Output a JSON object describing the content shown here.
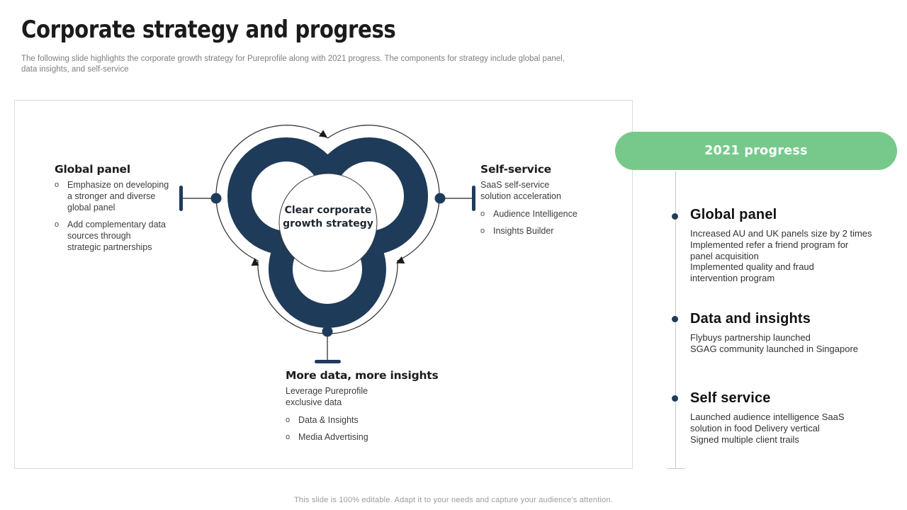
{
  "colors": {
    "navy": "#1f3b5a",
    "green": "#77c98b"
  },
  "icons": {
    "bullet": "o"
  },
  "slide": {
    "title": "Corporate strategy and progress",
    "subtitle": "The following slide highlights the corporate growth strategy for Pureprofile along with 2021 progress. The components for strategy include global panel, data insights, and self-service",
    "footer": "This slide is 100% editable. Adapt it to your needs and capture your audience's attention."
  },
  "diagram": {
    "center_label": [
      "Clear corporate",
      "growth strategy"
    ],
    "left": {
      "title": "Global panel",
      "bullets": [
        [
          "Emphasize on developing",
          "a stronger and diverse",
          "global panel"
        ],
        [
          "Add complementary data",
          "sources through",
          "strategic partnerships"
        ]
      ]
    },
    "right": {
      "title": "Self-service",
      "desc": [
        "SaaS self-service",
        "solution acceleration"
      ],
      "bullets": [
        [
          "Audience Intelligence"
        ],
        [
          "Insights Builder"
        ]
      ]
    },
    "bottom": {
      "title": "More data, more insights",
      "desc": [
        "Leverage Pureprofile",
        "exclusive data"
      ],
      "bullets": [
        [
          "Data & Insights"
        ],
        [
          "Media Advertising"
        ]
      ]
    }
  },
  "progress": {
    "header": "2021 progress",
    "sections": [
      {
        "title": "Global panel",
        "lines": [
          "Increased AU and UK panels size by 2 times",
          "Implemented refer a friend program for",
          "panel acquisition",
          "Implemented quality and fraud",
          "intervention program"
        ]
      },
      {
        "title": "Data and insights",
        "lines": [
          "Flybuys partnership launched",
          "SGAG community launched in Singapore"
        ]
      },
      {
        "title": "Self service",
        "lines": [
          "Launched audience intelligence SaaS",
          "solution in food Delivery vertical",
          "Signed multiple client trails"
        ]
      }
    ]
  }
}
